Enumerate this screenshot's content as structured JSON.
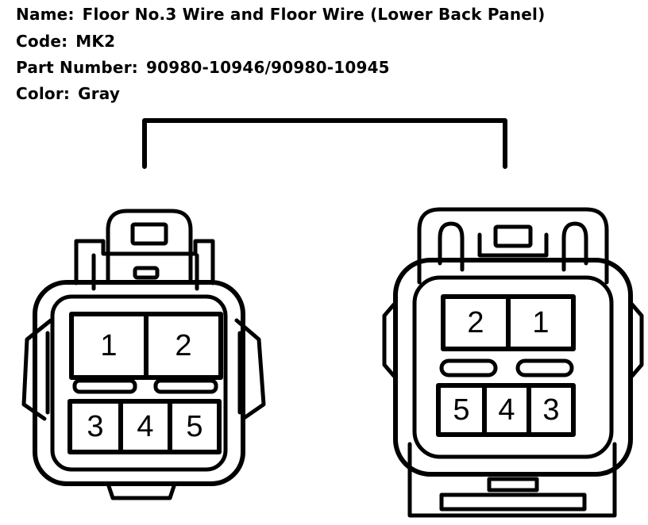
{
  "header": {
    "name_label": "Name:",
    "name_value": "Floor No.3 Wire and Floor Wire (Lower Back Panel)",
    "code_label": "Code:",
    "code_value": "MK2",
    "part_label": "Part Number:",
    "part_value": "90980-10946/90980-10945",
    "color_label": "Color:",
    "color_value": "Gray"
  },
  "left_connector": {
    "pins": [
      "1",
      "2",
      "3",
      "4",
      "5"
    ]
  },
  "right_connector": {
    "pins": [
      "2",
      "1",
      "5",
      "4",
      "3"
    ]
  }
}
